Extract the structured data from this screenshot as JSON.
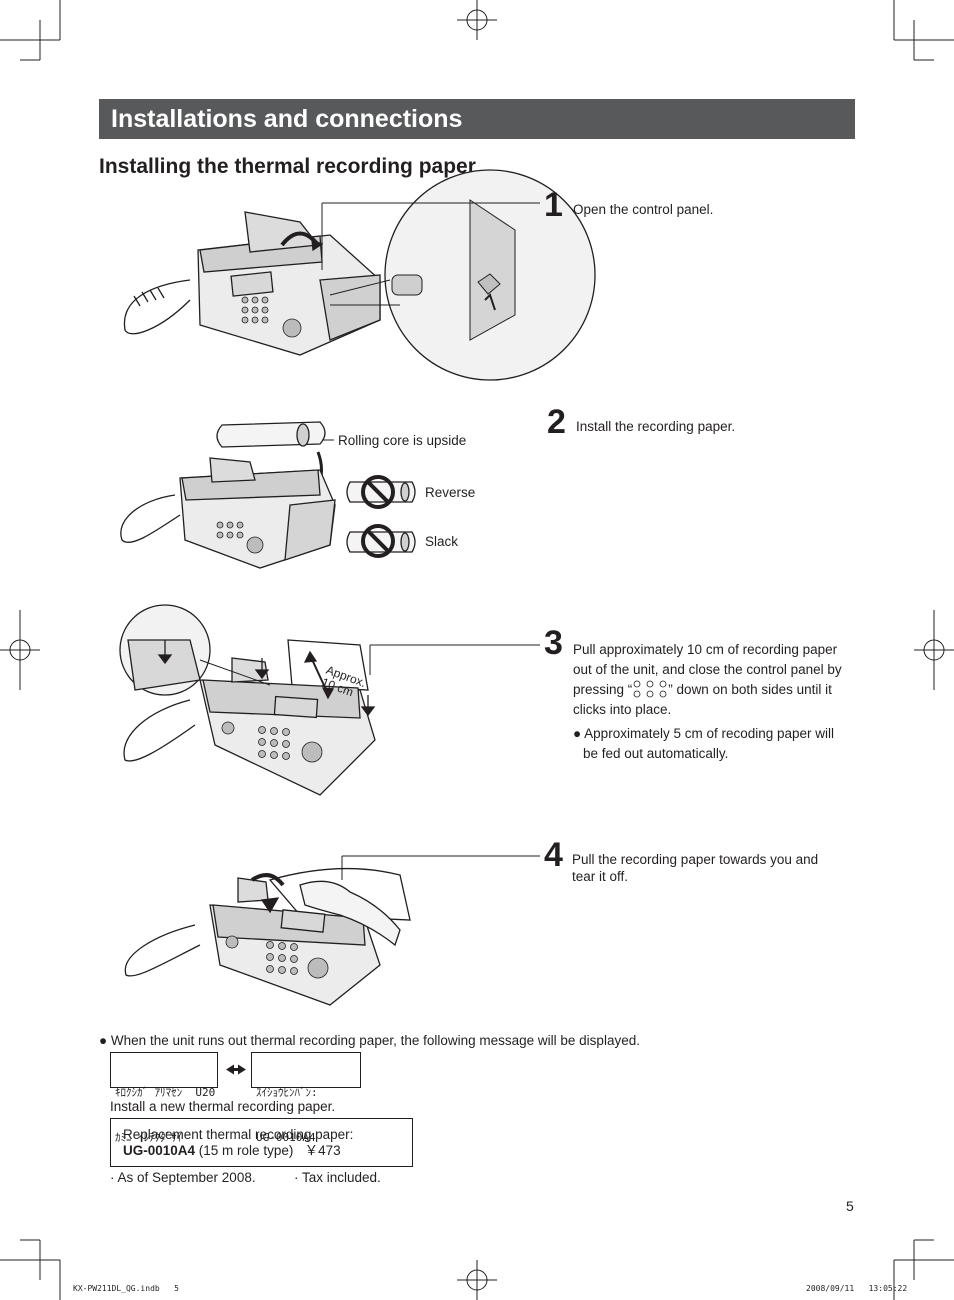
{
  "header": {
    "title": "Installations and connections"
  },
  "section": {
    "title": "Installing the thermal recording paper"
  },
  "steps": [
    {
      "number": "1",
      "text": "Open the control panel."
    },
    {
      "number": "2",
      "text": "Install the recording paper."
    },
    {
      "number": "3",
      "lines": [
        "Pull approximately 10 cm of recording paper",
        "out of the unit, and close the control panel by",
        "down on both sides until it",
        "clicks into place."
      ],
      "pressing_prefix": "pressing “",
      "pressing_suffix": "”",
      "note_lines": [
        "Approximately 5 cm of recoding paper will",
        "be fed out automatically."
      ]
    },
    {
      "number": "4",
      "lines": [
        "Pull the recording paper towards you and",
        "tear it off."
      ]
    }
  ],
  "illustration_labels": {
    "rolling_core": "Rolling core is upside",
    "reverse": "Reverse",
    "slack": "Slack",
    "approx_line1": "Approx.",
    "approx_line2": "10 cm"
  },
  "out_of_paper": {
    "message": "When the unit runs out thermal recording paper, the following message will be displayed.",
    "display_a": [
      "ｷﾛｸｼｶﾞ ｱﾘﾏｾﾝ  U20",
      "ｶﾐﾆ ｲﾚﾃｸﾀﾞｻｲ"
    ],
    "display_b": [
      "ｽｲｼｮｳﾋﾝﾊﾞﾝ:",
      "UG-0010A4"
    ],
    "instruction": "Install a new thermal recording paper.",
    "replacement_label": "Replacement thermal recording paper:",
    "part_number": "UG-0010A4",
    "part_detail": " (15 m role type)   ￥473",
    "note_date": "· As of September 2008.",
    "note_tax": "· Tax included."
  },
  "page_number": "5",
  "footer": {
    "file": "KX-PW211DL_QG.indb   5",
    "timestamp": "2008/09/11   13:05:22"
  }
}
